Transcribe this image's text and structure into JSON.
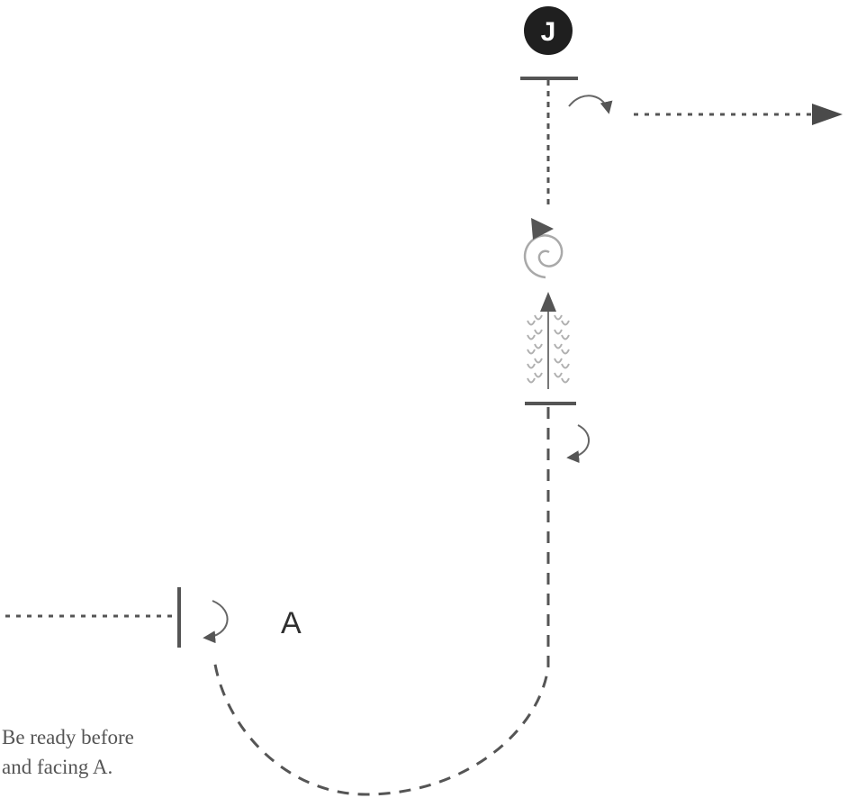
{
  "judge_marker": {
    "letter": "J"
  },
  "marker_a": {
    "letter": "A"
  },
  "note": {
    "line1": "Be ready before",
    "line2": "and facing A."
  },
  "colors": {
    "line": "#4a4a4a",
    "judge_fill": "#1f1f1f",
    "light_symbol": "#a9a9a9",
    "note_text": "#555555"
  },
  "icons": [
    "judge-circle-icon",
    "halt-bar-icon",
    "turn-arrow-icon",
    "spin-symbol-icon",
    "wave-pattern-icon",
    "arrowhead-icon"
  ]
}
